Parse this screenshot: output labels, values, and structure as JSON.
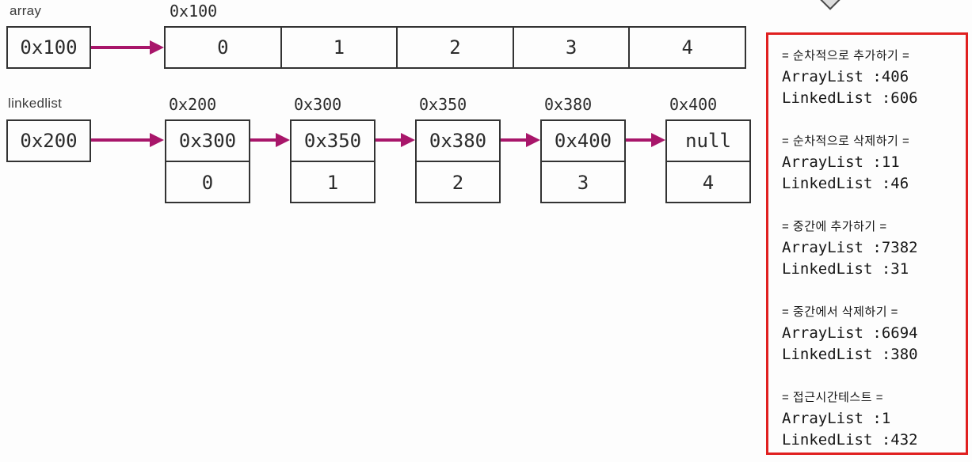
{
  "colors": {
    "arrow": "#a8166a",
    "border": "#333333",
    "panel_border": "#e02020",
    "text": "#2b2b2b",
    "label": "#3c3c3c",
    "panel_text": "#161616"
  },
  "icons": {
    "cursor_icon": "diamond-pointer"
  },
  "array_section": {
    "label": "array",
    "pointer_value": "0x100",
    "base_address": "0x100",
    "cells": [
      "0",
      "1",
      "2",
      "3",
      "4"
    ]
  },
  "linkedlist_section": {
    "label": "linkedlist",
    "pointer_value": "0x200",
    "nodes": [
      {
        "address": "0x200",
        "next": "0x300",
        "value": "0"
      },
      {
        "address": "0x300",
        "next": "0x350",
        "value": "1"
      },
      {
        "address": "0x350",
        "next": "0x380",
        "value": "2"
      },
      {
        "address": "0x380",
        "next": "0x400",
        "value": "3"
      },
      {
        "address": "0x400",
        "next": "null",
        "value": "4"
      }
    ]
  },
  "results_panel": {
    "sections": [
      {
        "title": "= 순차적으로 추가하기 =",
        "arraylist": "ArrayList :406",
        "linkedlist": "LinkedList :606"
      },
      {
        "title": "= 순차적으로 삭제하기 =",
        "arraylist": "ArrayList :11",
        "linkedlist": "LinkedList :46"
      },
      {
        "title": "= 중간에 추가하기 =",
        "arraylist": "ArrayList :7382",
        "linkedlist": "LinkedList :31"
      },
      {
        "title": "= 중간에서 삭제하기 =",
        "arraylist": "ArrayList :6694",
        "linkedlist": "LinkedList :380"
      },
      {
        "title": "= 접근시간테스트 =",
        "arraylist": "ArrayList :1",
        "linkedlist": "LinkedList :432"
      }
    ]
  }
}
